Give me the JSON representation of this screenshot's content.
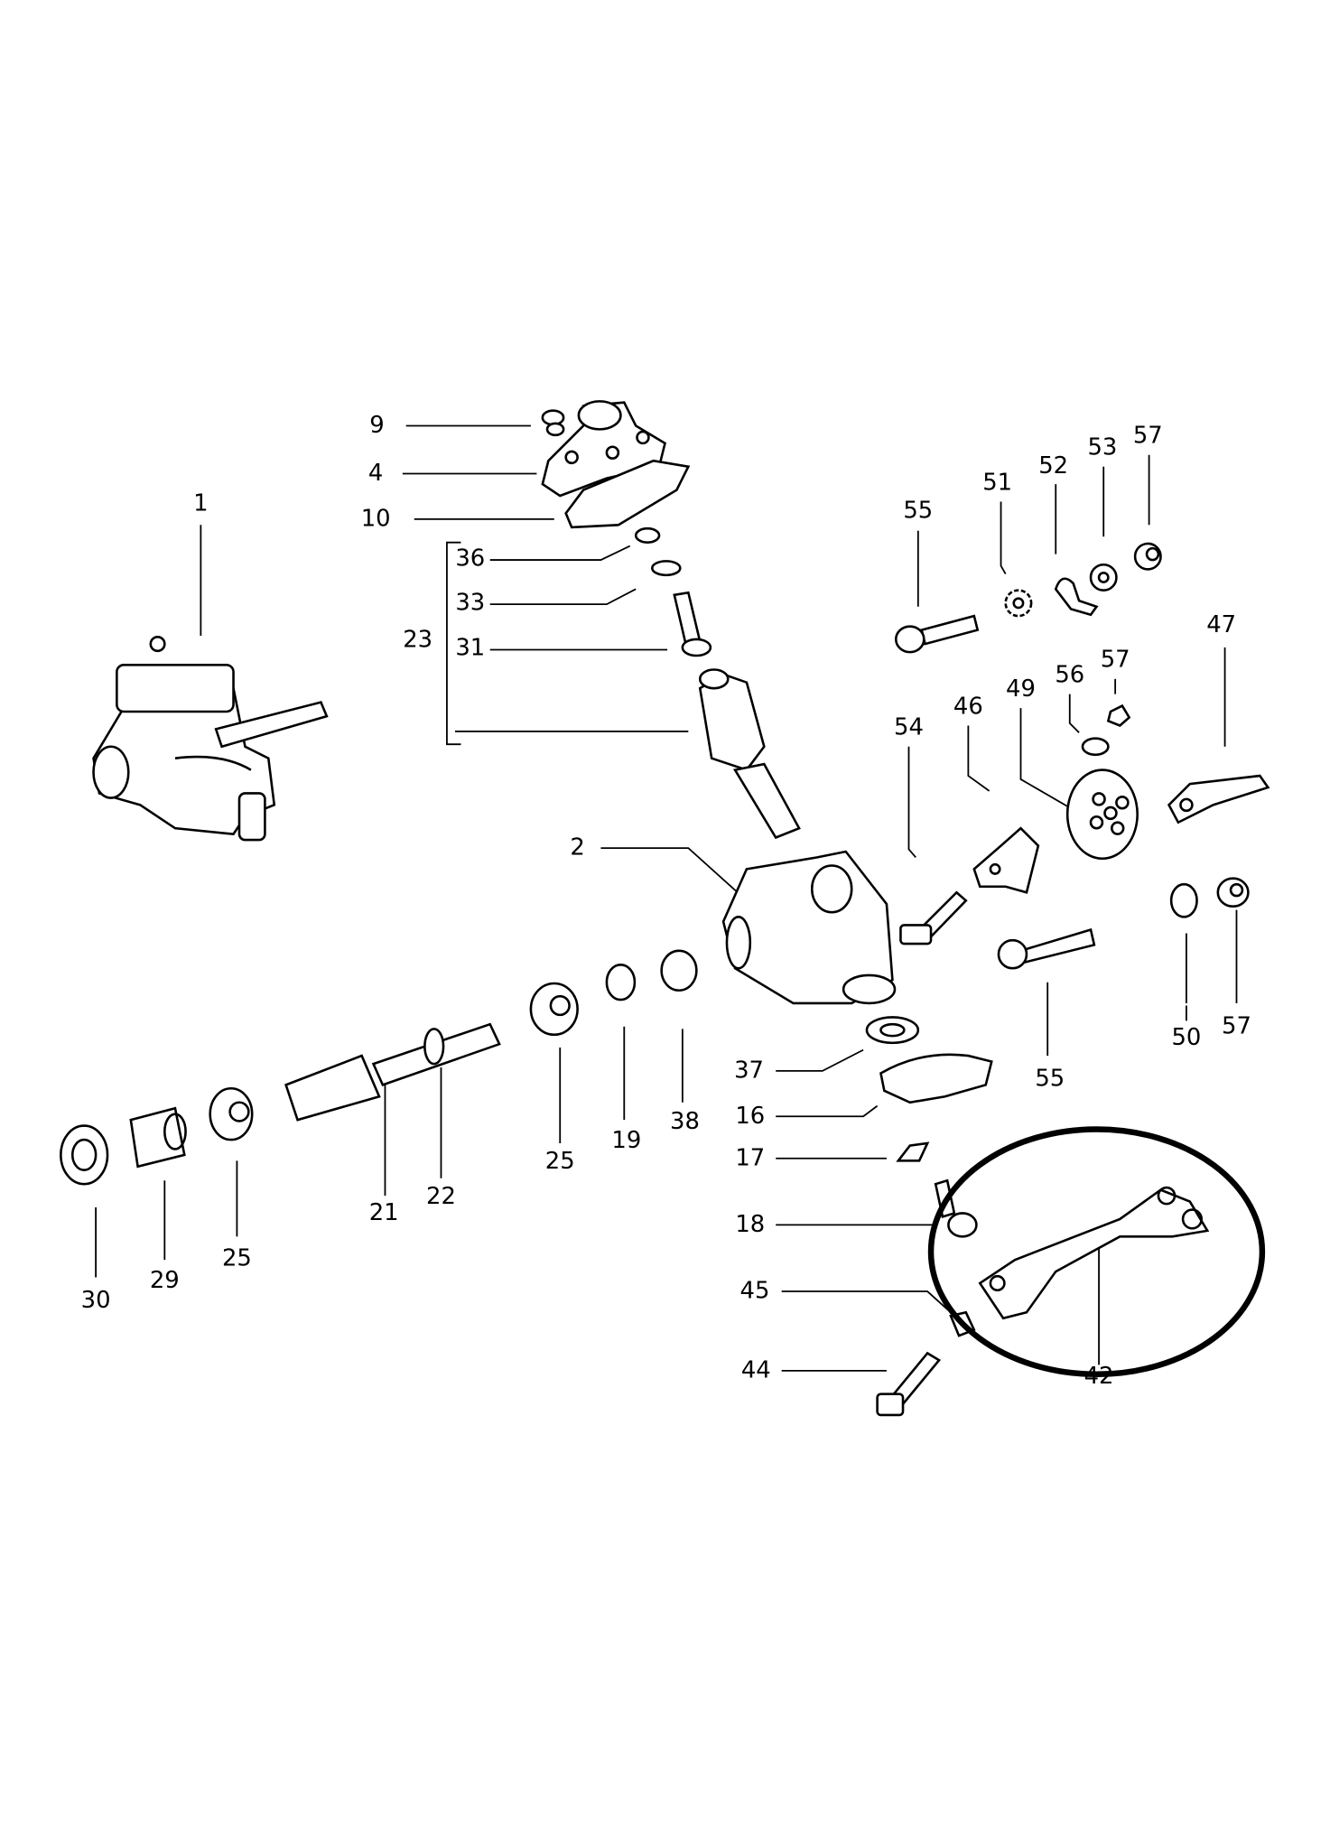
{
  "diagram": {
    "type": "exploded parts diagram - steering gear",
    "callouts": {
      "c1": "1",
      "c2": "2",
      "c4": "4",
      "c9": "9",
      "c10": "10",
      "c16": "16",
      "c17": "17",
      "c18": "18",
      "c19": "19",
      "c21": "21",
      "c22": "22",
      "c23": "23",
      "c25a": "25",
      "c25b": "25",
      "c29": "29",
      "c30": "30",
      "c31": "31",
      "c33": "33",
      "c36": "36",
      "c37": "37",
      "c38": "38",
      "c42": "42",
      "c44": "44",
      "c45": "45",
      "c46": "46",
      "c47": "47",
      "c49": "49",
      "c50": "50",
      "c51": "51",
      "c52": "52",
      "c53": "53",
      "c54": "54",
      "c55a": "55",
      "c55b": "55",
      "c56": "56",
      "c57a": "57",
      "c57b": "57",
      "c57c": "57"
    },
    "highlight_color": "#000000"
  }
}
